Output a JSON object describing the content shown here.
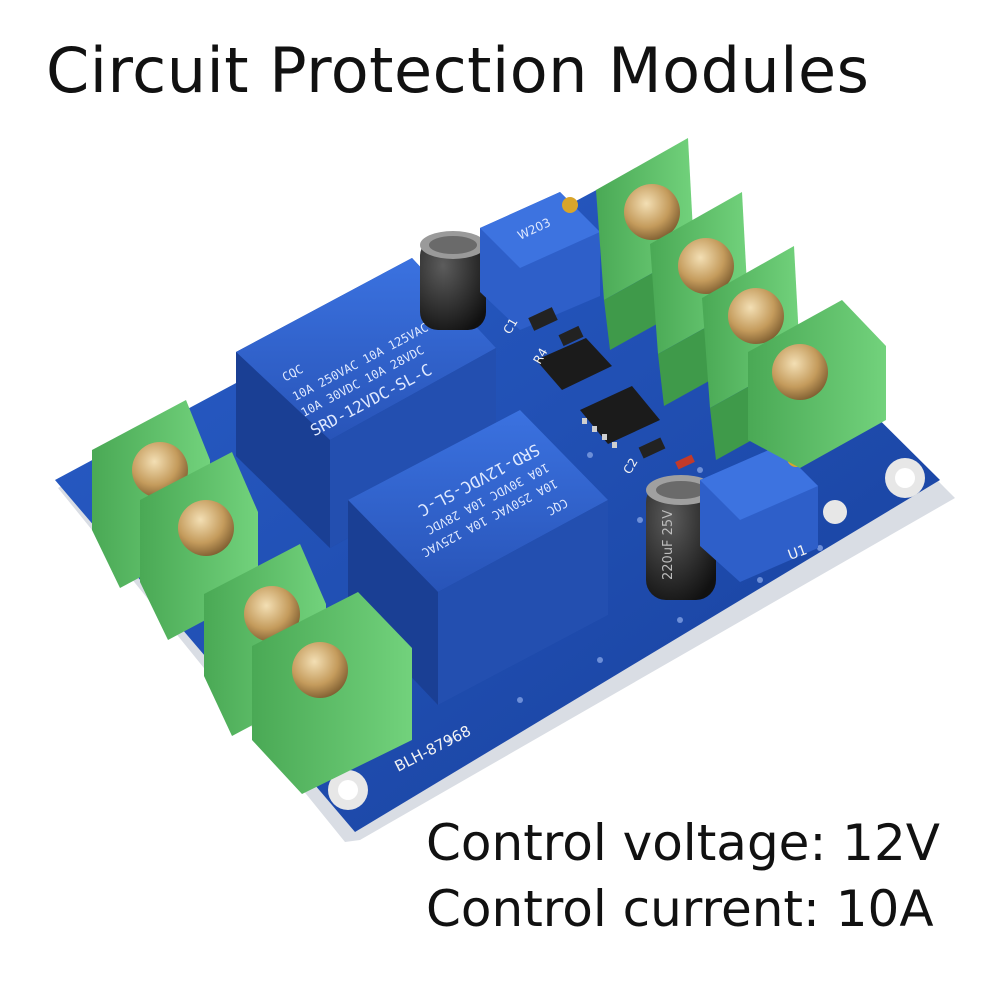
{
  "title": "Circuit Protection Modules",
  "specs": [
    {
      "text": "Control voltage: 12V"
    },
    {
      "text": "Control current: 10A"
    }
  ],
  "board": {
    "model_label": "BLH-87968",
    "relay_1": {
      "brand": "CQC",
      "line1": "10A 250VAC  10A 125VAC",
      "line2": "10A  30VDC  10A  28VDC",
      "model": "SRD-12VDC-SL-C"
    },
    "relay_2": {
      "brand": "CQC",
      "line1": "10A 250VAC  10A 125VAC",
      "line2": "10A  30VDC  10A  28VDC",
      "model": "SRD-12VDC-SL-C"
    },
    "capacitor_label": "220uF 25V",
    "potentiometer_label": "W203",
    "silkscreen": [
      "C1",
      "R4",
      "C2",
      "U1"
    ]
  },
  "colors": {
    "pcb": "#1f4fb6",
    "relay": "#2f63d2",
    "terminal": "#5cc266",
    "screw": "#c9a56a"
  }
}
